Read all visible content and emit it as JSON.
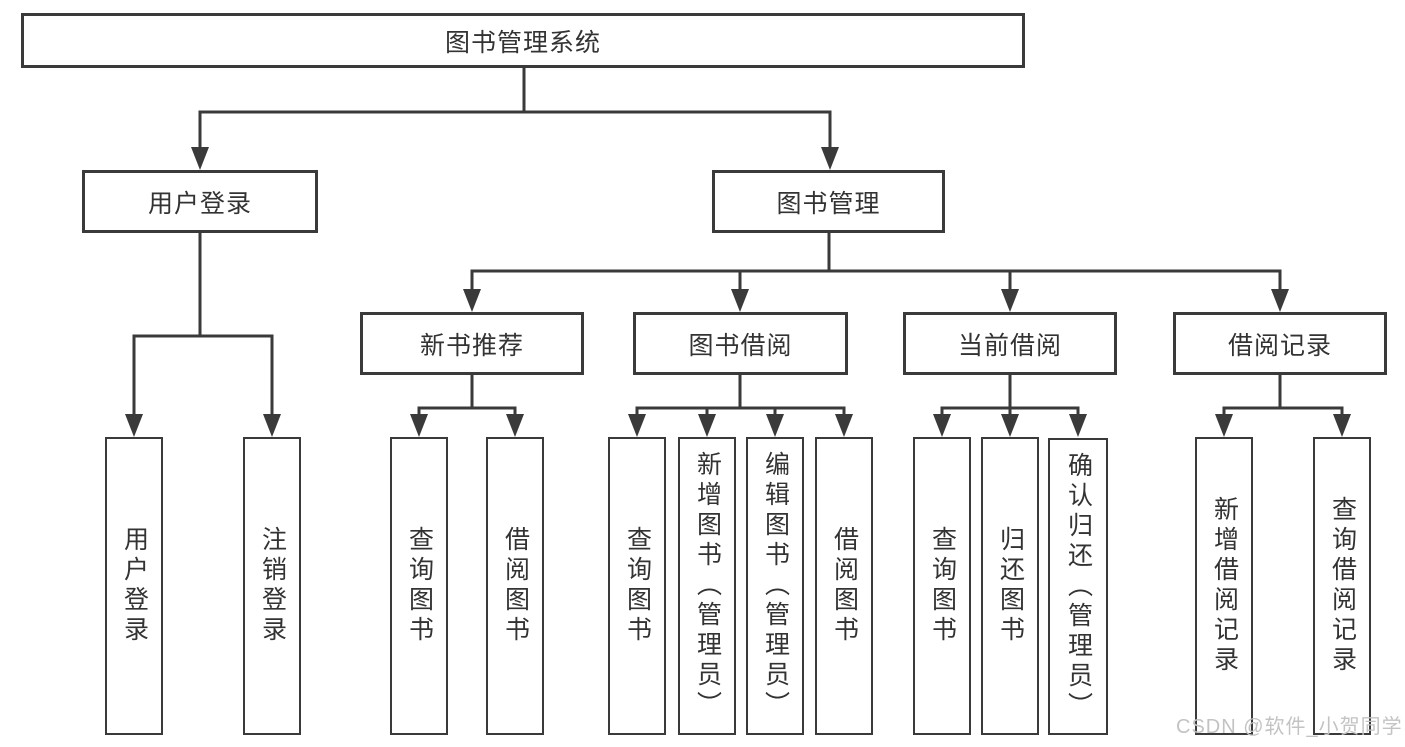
{
  "root": {
    "label": "图书管理系统"
  },
  "level2": {
    "user_login": {
      "label": "用户登录"
    },
    "book_mgmt": {
      "label": "图书管理"
    }
  },
  "level3": {
    "new_book_rec": {
      "label": "新书推荐"
    },
    "book_borrow": {
      "label": "图书借阅"
    },
    "current_borrow": {
      "label": "当前借阅"
    },
    "borrow_record": {
      "label": "借阅记录"
    }
  },
  "leaves": {
    "user_login": {
      "label": "用户登录"
    },
    "logout": {
      "label": "注销登录"
    },
    "nb_query_book": {
      "label": "查询图书"
    },
    "nb_borrow_book": {
      "label": "借阅图书"
    },
    "bb_query_book": {
      "label": "查询图书"
    },
    "bb_add_book": {
      "label": "新增图书（管理员）"
    },
    "bb_edit_book": {
      "label": "编辑图书（管理员）"
    },
    "bb_borrow_book": {
      "label": "借阅图书"
    },
    "cb_query_book": {
      "label": "查询图书"
    },
    "cb_return_book": {
      "label": "归还图书"
    },
    "cb_confirm_return": {
      "label": "确认归还（管理员）"
    },
    "br_add_record": {
      "label": "新增借阅记录"
    },
    "br_query_record": {
      "label": "查询借阅记录"
    }
  },
  "watermark": {
    "text": "CSDN @软件_小贺同学"
  },
  "colors": {
    "line": "#3a3a3a",
    "text": "#333333",
    "watermark": "#c3c3c3",
    "background": "#ffffff"
  }
}
